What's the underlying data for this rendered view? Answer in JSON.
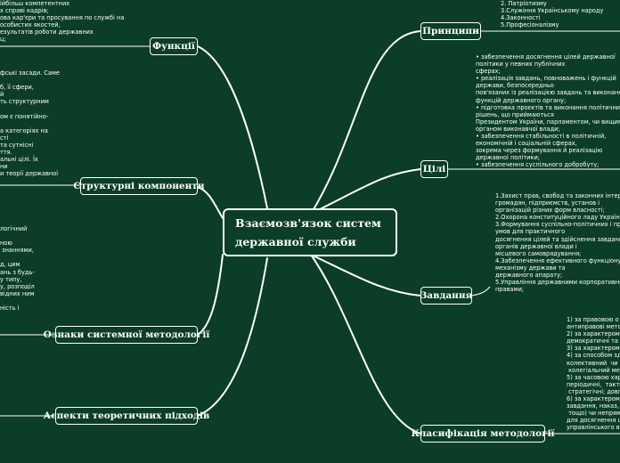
{
  "central": {
    "line1": "Взаємозв'язок  систем",
    "line2": "державної  служби"
  },
  "nodes": {
    "funktsii": "Функції",
    "struktura": "Структурні  компоненти",
    "oznaky": "Ознаки  системної методології",
    "aspekty": "Аспекти  теоретичних  підходів",
    "pryntsypy": "Принципи",
    "tsili": "Цілі",
    "zavdannia": "Завдання",
    "klasyfikatsiia": "Класифікація  методології"
  },
  "notes": {
    "funktsii": "ійбільш компетентних\nх справі кадрів;\nова кар'єри та просування по службі на\nособистих якостей,\nезультатів роботи державних\nц;",
    "struktura": "фські засади. Саме\n\nб, її сфери,\nй\nть структурним\n\nом є понятійно-\n\nа категоріях на\nсті\nта сутнісні\nття.\nальні цілі. Їх\nни\nи теорії державної",
    "oznaky": "логічний\n\nною\n знаннями,\n\nд, цим\nань з будь-\nу типу,\nу, розподіл\nвідних ним\n\nність і",
    "pryntsypy": "2. Патріотизму\n3.Служіння Українському народу\n4.Законності\n5.Професіоналізму",
    "tsili": "• забезпечення досягнення цілей державної\nполітики у певних публічних\nсферах;\n• реалізація завдань, повноважень і функцій\nдержави, безпосередньо\nпов'язаних із реалізацією завдань та виконанням\nфункцій державного органу;\n• підготовка проєктів та виконання політичних\nрішень, що приймаються\nПрезидентом України, парламентом, чи вищим\nорганом виконавчої влади;\n• забезпечення стабільності в політичній,\nекономічній і соціальній сферах,\nзокрема через формування й реалізацію\nдержавної політики;\n• забезпечення суспільного добробуту;",
    "zavdannia": "1.Захист прав, свобод та законних інтере\nгромадян, підприємств, установ і\nорганізацій різних форм власності;\n2.Охорона конституційного ладу України;\n3.Формування суспільно-політичних і прав\nумов для практичного\nдосягнення цілей та здійснення завдань\nорганів державної влади і\nмісцевого самоврядування;\n4.Забезпечення ефективного функціонува\nмеханізму держави та\nдержавного апарату;\n5.Управління державними корпоративни\nправами;",
    "klasyfikatsiia": "1) за правовою о\nантиправові метод\n2) за характером\nдемократичні та а\n3) за характером\n4) за способом зд\nколективний  чи\n колегіальний мет\n5) за часовою хар\nперіодичні,  тактич\n стратегічні; довго\n6) за характером\nзавдання, наказ,\n тощо) чи непрям\nдля досягнення ц\nуправлінського вп"
  }
}
